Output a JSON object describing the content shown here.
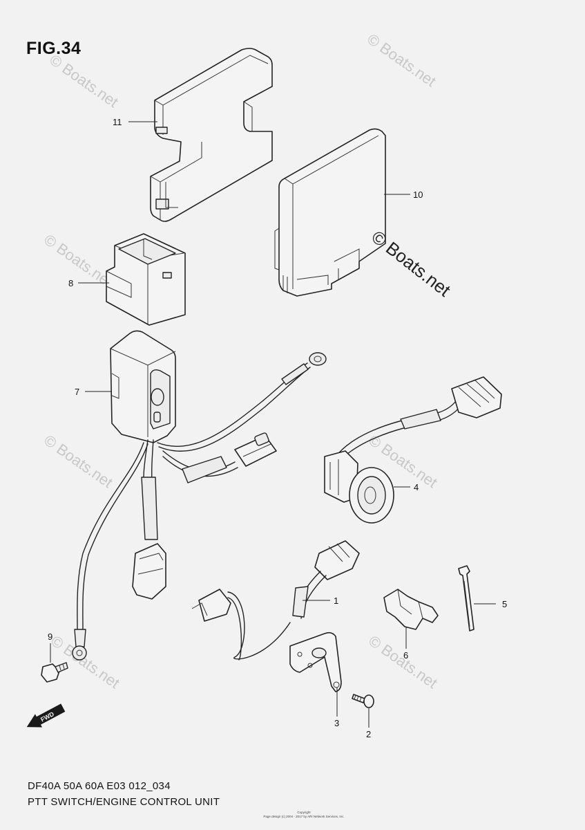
{
  "figure": {
    "title": "FIG.34",
    "model_line": "DF40A 50A 60A E03 012_034",
    "description": "PTT SWITCH/ENGINE CONTROL UNIT"
  },
  "callouts": [
    "1",
    "2",
    "3",
    "4",
    "5",
    "6",
    "7",
    "8",
    "9",
    "10",
    "11"
  ],
  "forward_label": "FWD",
  "watermarks": {
    "main": "© Boats.net",
    "faded": "© Boats.net"
  },
  "copyright": {
    "line1": "Copyright",
    "line2": "Page design (c) 2004 - 2017 by ARI Network Services, Inc."
  }
}
